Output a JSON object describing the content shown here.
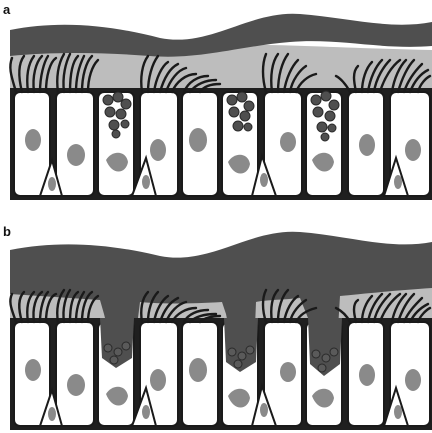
{
  "panels": [
    {
      "label": "a",
      "mucus": "thin",
      "goblet_state": "intact"
    },
    {
      "label": "b",
      "mucus": "thick",
      "goblet_state": "secreting"
    }
  ],
  "colors": {
    "mucus": "#4f4f4f",
    "periciliary": "#bdbdbd",
    "cell_fill": "#ffffff",
    "cell_outline": "#1a1a1a",
    "nucleus": "#8a8a8a",
    "base": "#1f1f1f",
    "cilia": "#1a1a1a"
  }
}
